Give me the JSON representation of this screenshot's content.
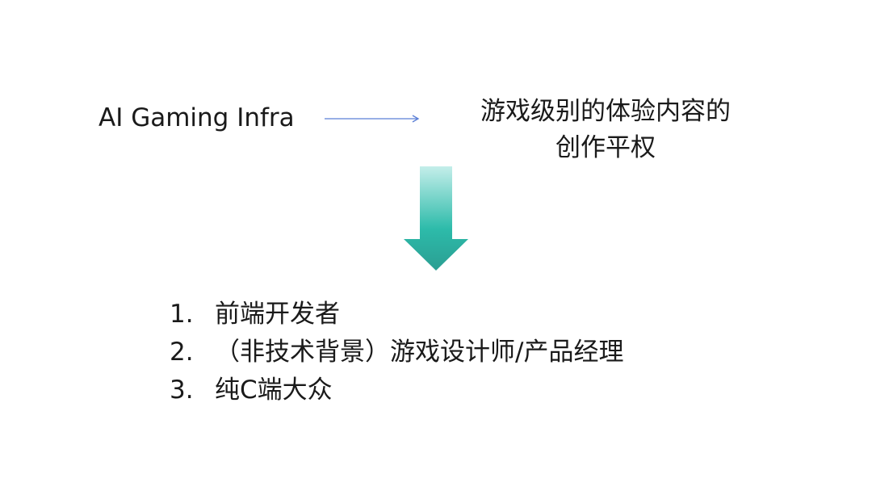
{
  "left_label": "AI Gaming Infra",
  "right_label": {
    "line1": "游戏级别的体验内容的",
    "line2": "创作平权"
  },
  "list": [
    {
      "num": "1.",
      "text": "前端开发者"
    },
    {
      "num": "2.",
      "text": "（非技术背景）游戏设计师/产品经理"
    },
    {
      "num": "3.",
      "text": "纯C端大众"
    }
  ],
  "colors": {
    "arrow_line": "#5b7fd6",
    "arrow_top": "#c4eeea",
    "arrow_mid": "#2dbbaa",
    "arrow_bottom": "#2a9e92"
  }
}
